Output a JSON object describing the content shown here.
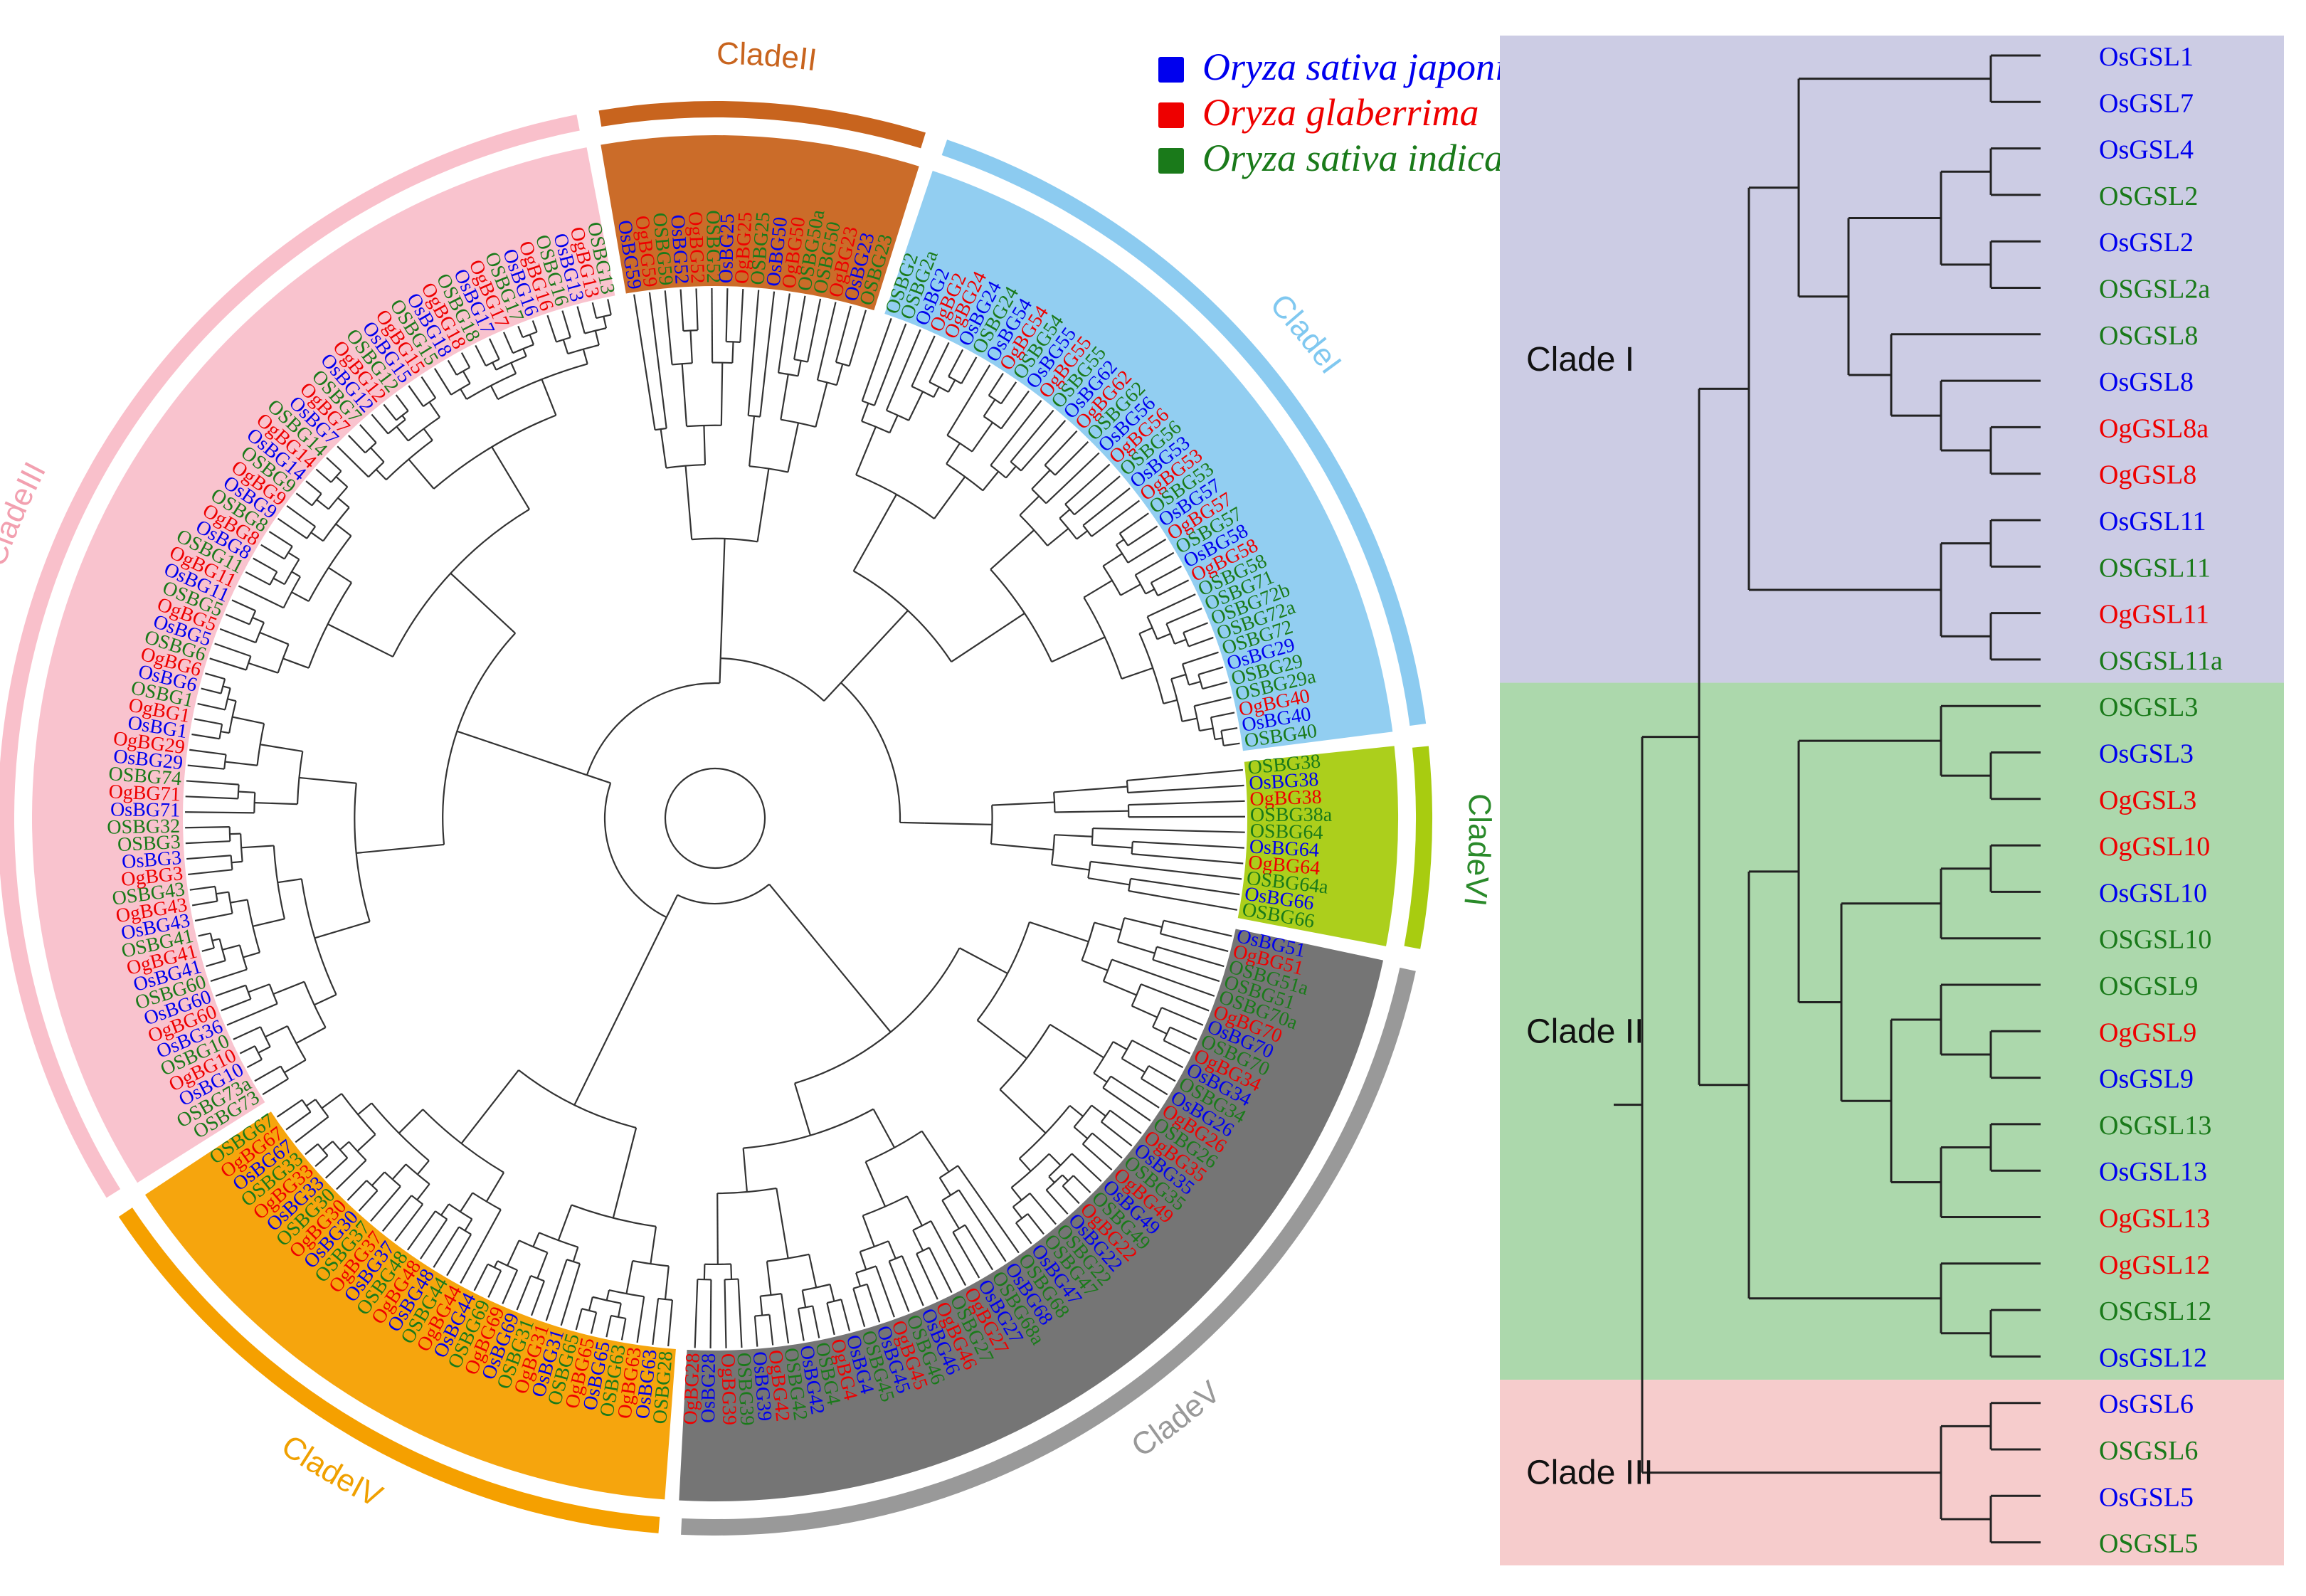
{
  "colors": {
    "japonica": "#0000ee",
    "glaberrima": "#ee0000",
    "indica": "#1a7a1a",
    "branch": "#333333"
  },
  "legend": [
    {
      "label": "Oryza sativa japonica",
      "color": "#0000ee"
    },
    {
      "label": "Oryza glaberrima",
      "color": "#ee0000"
    },
    {
      "label": "Oryza sativa indica",
      "color": "#1a7a1a"
    }
  ],
  "circular_tree": {
    "clades": [
      {
        "name": "CladeV",
        "label_color": "#999999",
        "ring_color": "#999999",
        "fill": "#6e6e6e",
        "leaves": [
          {
            "t": "OsBG51",
            "s": "j"
          },
          {
            "t": "OgBG51",
            "s": "g"
          },
          {
            "t": "OSBG51a",
            "s": "i"
          },
          {
            "t": "OSBG51",
            "s": "i"
          },
          {
            "t": "OSBG70a",
            "s": "i"
          },
          {
            "t": "OgBG70",
            "s": "g"
          },
          {
            "t": "OsBG70",
            "s": "j"
          },
          {
            "t": "OSBG70",
            "s": "i"
          },
          {
            "t": "OgBG34",
            "s": "g"
          },
          {
            "t": "OsBG34",
            "s": "j"
          },
          {
            "t": "OSBG34",
            "s": "i"
          },
          {
            "t": "OsBG26",
            "s": "j"
          },
          {
            "t": "OgBG26",
            "s": "g"
          },
          {
            "t": "OSBG26",
            "s": "i"
          },
          {
            "t": "OgBG35",
            "s": "g"
          },
          {
            "t": "OsBG35",
            "s": "j"
          },
          {
            "t": "OSBG35",
            "s": "i"
          },
          {
            "t": "OgBG49",
            "s": "g"
          },
          {
            "t": "OsBG49",
            "s": "j"
          },
          {
            "t": "OSBG49",
            "s": "i"
          },
          {
            "t": "OgBG22",
            "s": "g"
          },
          {
            "t": "OsBG22",
            "s": "j"
          },
          {
            "t": "OSBG22",
            "s": "i"
          },
          {
            "t": "OSBG47",
            "s": "i"
          },
          {
            "t": "OsBG47",
            "s": "j"
          },
          {
            "t": "OSBG68",
            "s": "i"
          },
          {
            "t": "OsBG68",
            "s": "j"
          },
          {
            "t": "OSBG68a",
            "s": "i"
          },
          {
            "t": "OsBG27",
            "s": "j"
          },
          {
            "t": "OgBG27",
            "s": "g"
          },
          {
            "t": "OSBG27",
            "s": "i"
          },
          {
            "t": "OgBG46",
            "s": "g"
          },
          {
            "t": "OsBG46",
            "s": "j"
          },
          {
            "t": "OSBG46",
            "s": "i"
          },
          {
            "t": "OgBG45",
            "s": "g"
          },
          {
            "t": "OsBG45",
            "s": "j"
          },
          {
            "t": "OSBG45",
            "s": "i"
          },
          {
            "t": "OsBG4",
            "s": "j"
          },
          {
            "t": "OgBG4",
            "s": "g"
          },
          {
            "t": "OSBG4",
            "s": "i"
          },
          {
            "t": "OsBG42",
            "s": "j"
          },
          {
            "t": "OSBG42",
            "s": "i"
          },
          {
            "t": "OgBG42",
            "s": "g"
          },
          {
            "t": "OsBG39",
            "s": "j"
          },
          {
            "t": "OSBG39",
            "s": "i"
          },
          {
            "t": "OgBG39",
            "s": "g"
          },
          {
            "t": "OsBG28",
            "s": "j"
          },
          {
            "t": "OgBG28",
            "s": "g"
          }
        ]
      },
      {
        "name": "CladeIV",
        "label_color": "#f0a000",
        "ring_color": "#f5a000",
        "fill": "#f5a000",
        "leaves": [
          {
            "t": "OSBG28",
            "s": "i"
          },
          {
            "t": "OsBG63",
            "s": "j"
          },
          {
            "t": "OgBG63",
            "s": "g"
          },
          {
            "t": "OSBG63",
            "s": "i"
          },
          {
            "t": "OsBG65",
            "s": "j"
          },
          {
            "t": "OgBG65",
            "s": "g"
          },
          {
            "t": "OSBG65",
            "s": "i"
          },
          {
            "t": "OsBG31",
            "s": "j"
          },
          {
            "t": "OgBG31",
            "s": "g"
          },
          {
            "t": "OSBG31",
            "s": "i"
          },
          {
            "t": "OsBG69",
            "s": "j"
          },
          {
            "t": "OgBG69",
            "s": "g"
          },
          {
            "t": "OSBG69",
            "s": "i"
          },
          {
            "t": "OsBG44",
            "s": "j"
          },
          {
            "t": "OgBG44",
            "s": "g"
          },
          {
            "t": "OSBG44",
            "s": "i"
          },
          {
            "t": "OsBG48",
            "s": "j"
          },
          {
            "t": "OgBG48",
            "s": "g"
          },
          {
            "t": "OSBG48",
            "s": "i"
          },
          {
            "t": "OsBG37",
            "s": "j"
          },
          {
            "t": "OgBG37",
            "s": "g"
          },
          {
            "t": "OSBG37",
            "s": "i"
          },
          {
            "t": "OsBG30",
            "s": "j"
          },
          {
            "t": "OgBG30",
            "s": "g"
          },
          {
            "t": "OSBG30",
            "s": "i"
          },
          {
            "t": "OsBG33",
            "s": "j"
          },
          {
            "t": "OgBG33",
            "s": "g"
          },
          {
            "t": "OSBG33",
            "s": "i"
          },
          {
            "t": "OsBG67",
            "s": "j"
          },
          {
            "t": "OgBG67",
            "s": "g"
          },
          {
            "t": "OSBG67",
            "s": "i"
          }
        ]
      },
      {
        "name": "CladeIII",
        "label_color": "#f2a0b0",
        "ring_color": "#f9c0cb",
        "fill": "#f9c0cb",
        "leaves": [
          {
            "t": "OSBG73",
            "s": "i"
          },
          {
            "t": "OSBG73a",
            "s": "i"
          },
          {
            "t": "OsBG10",
            "s": "j"
          },
          {
            "t": "OgBG10",
            "s": "g"
          },
          {
            "t": "OSBG10",
            "s": "i"
          },
          {
            "t": "OsBG36",
            "s": "j"
          },
          {
            "t": "OgBG60",
            "s": "g"
          },
          {
            "t": "OsBG60",
            "s": "j"
          },
          {
            "t": "OSBG60",
            "s": "i"
          },
          {
            "t": "OsBG41",
            "s": "j"
          },
          {
            "t": "OgBG41",
            "s": "g"
          },
          {
            "t": "OSBG41",
            "s": "i"
          },
          {
            "t": "OsBG43",
            "s": "j"
          },
          {
            "t": "OgBG43",
            "s": "g"
          },
          {
            "t": "OSBG43",
            "s": "i"
          },
          {
            "t": "OgBG3",
            "s": "g"
          },
          {
            "t": "OsBG3",
            "s": "j"
          },
          {
            "t": "OSBG3",
            "s": "i"
          },
          {
            "t": "OSBG32",
            "s": "i"
          },
          {
            "t": "OsBG71",
            "s": "j"
          },
          {
            "t": "OgBG71",
            "s": "g"
          },
          {
            "t": "OSBG74",
            "s": "i"
          },
          {
            "t": "OsBG29",
            "s": "j"
          },
          {
            "t": "OgBG29",
            "s": "g"
          },
          {
            "t": "OsBG1",
            "s": "j"
          },
          {
            "t": "OgBG1",
            "s": "g"
          },
          {
            "t": "OSBG1",
            "s": "i"
          },
          {
            "t": "OsBG6",
            "s": "j"
          },
          {
            "t": "OgBG6",
            "s": "g"
          },
          {
            "t": "OSBG6",
            "s": "i"
          },
          {
            "t": "OsBG5",
            "s": "j"
          },
          {
            "t": "OgBG5",
            "s": "g"
          },
          {
            "t": "OSBG5",
            "s": "i"
          },
          {
            "t": "OsBG11",
            "s": "j"
          },
          {
            "t": "OgBG11",
            "s": "g"
          },
          {
            "t": "OSBG11",
            "s": "i"
          },
          {
            "t": "OsBG8",
            "s": "j"
          },
          {
            "t": "OgBG8",
            "s": "g"
          },
          {
            "t": "OSBG8",
            "s": "i"
          },
          {
            "t": "OsBG9",
            "s": "j"
          },
          {
            "t": "OgBG9",
            "s": "g"
          },
          {
            "t": "OSBG9",
            "s": "i"
          },
          {
            "t": "OsBG14",
            "s": "j"
          },
          {
            "t": "OgBG14",
            "s": "g"
          },
          {
            "t": "OSBG14",
            "s": "i"
          },
          {
            "t": "OsBG7",
            "s": "j"
          },
          {
            "t": "OgBG7",
            "s": "g"
          },
          {
            "t": "OSBG7",
            "s": "i"
          },
          {
            "t": "OsBG12",
            "s": "j"
          },
          {
            "t": "OgBG12",
            "s": "g"
          },
          {
            "t": "OSBG12",
            "s": "i"
          },
          {
            "t": "OsBG15",
            "s": "j"
          },
          {
            "t": "OgBG15",
            "s": "g"
          },
          {
            "t": "OSBG15",
            "s": "i"
          },
          {
            "t": "OsBG18",
            "s": "j"
          },
          {
            "t": "OgBG18",
            "s": "g"
          },
          {
            "t": "OSBG18",
            "s": "i"
          },
          {
            "t": "OsBG17",
            "s": "j"
          },
          {
            "t": "OgBG17",
            "s": "g"
          },
          {
            "t": "OSBG17",
            "s": "i"
          },
          {
            "t": "OsBG16",
            "s": "j"
          },
          {
            "t": "OgBG16",
            "s": "g"
          },
          {
            "t": "OSBG16",
            "s": "i"
          },
          {
            "t": "OsBG13",
            "s": "j"
          },
          {
            "t": "OgBG13",
            "s": "g"
          },
          {
            "t": "OSBG13",
            "s": "i"
          }
        ]
      },
      {
        "name": "CladeII",
        "label_color": "#c8641e",
        "ring_color": "#c8641e",
        "fill": "#c8641e",
        "leaves": [
          {
            "t": "OsBG59",
            "s": "j"
          },
          {
            "t": "OgBG59",
            "s": "g"
          },
          {
            "t": "OSBG59",
            "s": "i"
          },
          {
            "t": "OsBG52",
            "s": "j"
          },
          {
            "t": "OgBG52",
            "s": "g"
          },
          {
            "t": "OSBG52",
            "s": "i"
          },
          {
            "t": "OsBG25",
            "s": "j"
          },
          {
            "t": "OgBG25",
            "s": "g"
          },
          {
            "t": "OSBG25",
            "s": "i"
          },
          {
            "t": "OsBG50",
            "s": "j"
          },
          {
            "t": "OgBG50",
            "s": "g"
          },
          {
            "t": "OSBG50a",
            "s": "i"
          },
          {
            "t": "OSBG50",
            "s": "i"
          },
          {
            "t": "OgBG23",
            "s": "g"
          },
          {
            "t": "OsBG23",
            "s": "j"
          },
          {
            "t": "OSBG23",
            "s": "i"
          }
        ]
      },
      {
        "name": "CladeI",
        "label_color": "#80c8f0",
        "ring_color": "#8ccbf0",
        "fill": "#8ccbf0",
        "leaves": [
          {
            "t": "OSBG2",
            "s": "i"
          },
          {
            "t": "OSBG2a",
            "s": "i"
          },
          {
            "t": "OsBG2",
            "s": "j"
          },
          {
            "t": "OgBG2",
            "s": "g"
          },
          {
            "t": "OgBG24",
            "s": "g"
          },
          {
            "t": "OsBG24",
            "s": "j"
          },
          {
            "t": "OSBG24",
            "s": "i"
          },
          {
            "t": "OsBG54",
            "s": "j"
          },
          {
            "t": "OgBG54",
            "s": "g"
          },
          {
            "t": "OSBG54",
            "s": "i"
          },
          {
            "t": "OsBG55",
            "s": "j"
          },
          {
            "t": "OgBG55",
            "s": "g"
          },
          {
            "t": "OSBG55",
            "s": "i"
          },
          {
            "t": "OsBG62",
            "s": "j"
          },
          {
            "t": "OgBG62",
            "s": "g"
          },
          {
            "t": "OSBG62",
            "s": "i"
          },
          {
            "t": "OsBG56",
            "s": "j"
          },
          {
            "t": "OgBG56",
            "s": "g"
          },
          {
            "t": "OSBG56",
            "s": "i"
          },
          {
            "t": "OsBG53",
            "s": "j"
          },
          {
            "t": "OgBG53",
            "s": "g"
          },
          {
            "t": "OSBG53",
            "s": "i"
          },
          {
            "t": "OsBG57",
            "s": "j"
          },
          {
            "t": "OgBG57",
            "s": "g"
          },
          {
            "t": "OSBG57",
            "s": "i"
          },
          {
            "t": "OsBG58",
            "s": "j"
          },
          {
            "t": "OgBG58",
            "s": "g"
          },
          {
            "t": "OSBG58",
            "s": "i"
          },
          {
            "t": "OSBG71",
            "s": "i"
          },
          {
            "t": "OSBG72b",
            "s": "i"
          },
          {
            "t": "OSBG72a",
            "s": "i"
          },
          {
            "t": "OSBG72",
            "s": "i"
          },
          {
            "t": "OsBG29",
            "s": "j"
          },
          {
            "t": "OSBG29",
            "s": "i"
          },
          {
            "t": "OSBG29a",
            "s": "i"
          },
          {
            "t": "OgBG40",
            "s": "g"
          },
          {
            "t": "OsBG40",
            "s": "j"
          },
          {
            "t": "OSBG40",
            "s": "i"
          }
        ]
      },
      {
        "name": "CladeVI",
        "label_color": "#2a8a2a",
        "ring_color": "#a8cc10",
        "fill": "#a8cc10",
        "leaves": [
          {
            "t": "OSBG38",
            "s": "i"
          },
          {
            "t": "OsBG38",
            "s": "j"
          },
          {
            "t": "OgBG38",
            "s": "g"
          },
          {
            "t": "OSBG38a",
            "s": "i"
          },
          {
            "t": "OSBG64",
            "s": "i"
          },
          {
            "t": "OsBG64",
            "s": "j"
          },
          {
            "t": "OgBG64",
            "s": "g"
          },
          {
            "t": "OSBG64a",
            "s": "i"
          },
          {
            "t": "OsBG66",
            "s": "j"
          },
          {
            "t": "OSBG66",
            "s": "i"
          }
        ]
      }
    ]
  },
  "rect_tree": {
    "clades": [
      {
        "name": "Clade I",
        "bg": "#cccce4",
        "leaves": [
          {
            "t": "OsGSL1",
            "s": "j"
          },
          {
            "t": "OsGSL7",
            "s": "j"
          },
          {
            "t": "OsGSL4",
            "s": "j"
          },
          {
            "t": "OSGSL2",
            "s": "i"
          },
          {
            "t": "OsGSL2",
            "s": "j"
          },
          {
            "t": "OSGSL2a",
            "s": "i"
          },
          {
            "t": "OSGSL8",
            "s": "i"
          },
          {
            "t": "OsGSL8",
            "s": "j"
          },
          {
            "t": "OgGSL8a",
            "s": "g"
          },
          {
            "t": "OgGSL8",
            "s": "g"
          },
          {
            "t": "OsGSL11",
            "s": "j"
          },
          {
            "t": "OSGSL11",
            "s": "i"
          },
          {
            "t": "OgGSL11",
            "s": "g"
          },
          {
            "t": "OSGSL11a",
            "s": "i"
          }
        ]
      },
      {
        "name": "Clade II",
        "bg": "#acd8ac",
        "leaves": [
          {
            "t": "OSGSL3",
            "s": "i"
          },
          {
            "t": "OsGSL3",
            "s": "j"
          },
          {
            "t": "OgGSL3",
            "s": "g"
          },
          {
            "t": "OgGSL10",
            "s": "g"
          },
          {
            "t": "OsGSL10",
            "s": "j"
          },
          {
            "t": "OSGSL10",
            "s": "i"
          },
          {
            "t": "OSGSL9",
            "s": "i"
          },
          {
            "t": "OgGSL9",
            "s": "g"
          },
          {
            "t": "OsGSL9",
            "s": "j"
          },
          {
            "t": "OSGSL13",
            "s": "i"
          },
          {
            "t": "OsGSL13",
            "s": "j"
          },
          {
            "t": "OgGSL13",
            "s": "g"
          },
          {
            "t": "OgGSL12",
            "s": "g"
          },
          {
            "t": "OSGSL12",
            "s": "i"
          },
          {
            "t": "OsGSL12",
            "s": "j"
          }
        ]
      },
      {
        "name": "Clade III",
        "bg": "#f6cccc",
        "leaves": [
          {
            "t": "OsGSL6",
            "s": "j"
          },
          {
            "t": "OSGSL6",
            "s": "i"
          },
          {
            "t": "OsGSL5",
            "s": "j"
          },
          {
            "t": "OSGSL5",
            "s": "i"
          }
        ]
      }
    ]
  }
}
